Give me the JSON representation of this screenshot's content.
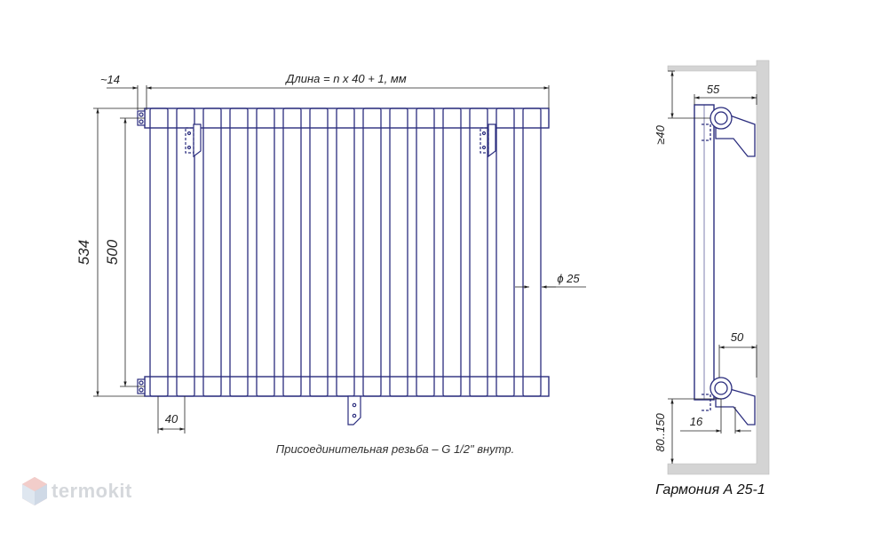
{
  "front_view": {
    "length_label": "Длина = n x 40 + 1, мм",
    "offset_label": "~14",
    "height_total": "534",
    "height_axis": "500",
    "pitch_label": "40",
    "diameter_label": "ϕ 25",
    "sections": 15,
    "connection_note": "Присоединительная резьба – G 1/2\" внутр."
  },
  "side_view": {
    "depth_top": "55",
    "wall_gap_top": "≥40",
    "depth_bottom": "50",
    "bracket_offset": "16",
    "floor_gap": "80..150",
    "model_title": "Гармония  А 25-1"
  },
  "brand": {
    "name": "termokit",
    "color": "#d5d8dc"
  },
  "colors": {
    "outline": "#2b2d7e",
    "dim_line": "#222222",
    "wall": "#d4d4d4"
  }
}
